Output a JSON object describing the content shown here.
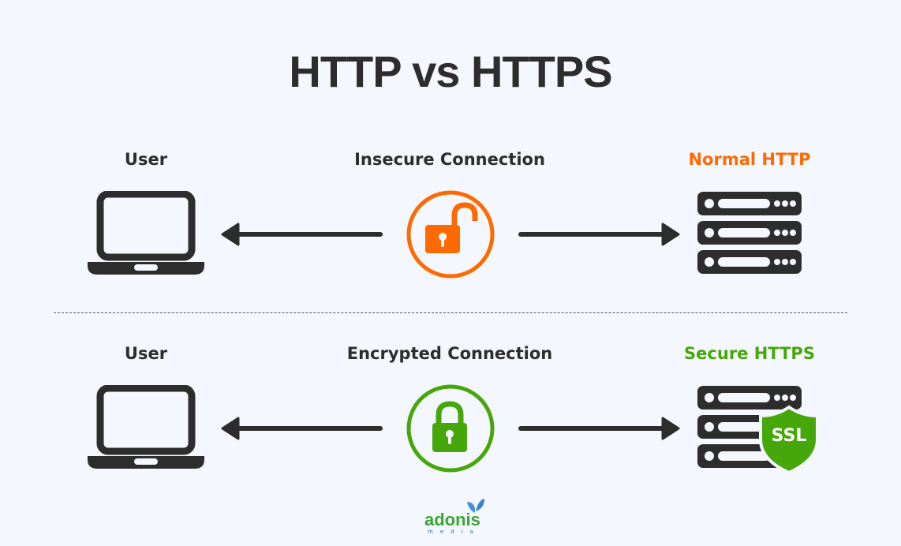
{
  "title": "HTTP vs HTTPS",
  "colors": {
    "background": "#f4f8fe",
    "dark": "#2d2d2d",
    "insecure": "#ff6a00",
    "secure": "#46a70a"
  },
  "rows": [
    {
      "left_label": "User",
      "center_label": "Insecure Connection",
      "right_label": "Normal HTTP",
      "left_icon": "laptop-icon",
      "center_icon": "unlocked-padlock-icon",
      "right_icon": "server-icon"
    },
    {
      "left_label": "User",
      "center_label": "Encrypted Connection",
      "right_label": "Secure HTTPS",
      "left_icon": "laptop-icon",
      "center_icon": "locked-padlock-icon",
      "right_icon": "server-ssl-shield-icon",
      "badge": "SSL"
    }
  ],
  "logo": {
    "name": "adonis",
    "sub": "media"
  }
}
